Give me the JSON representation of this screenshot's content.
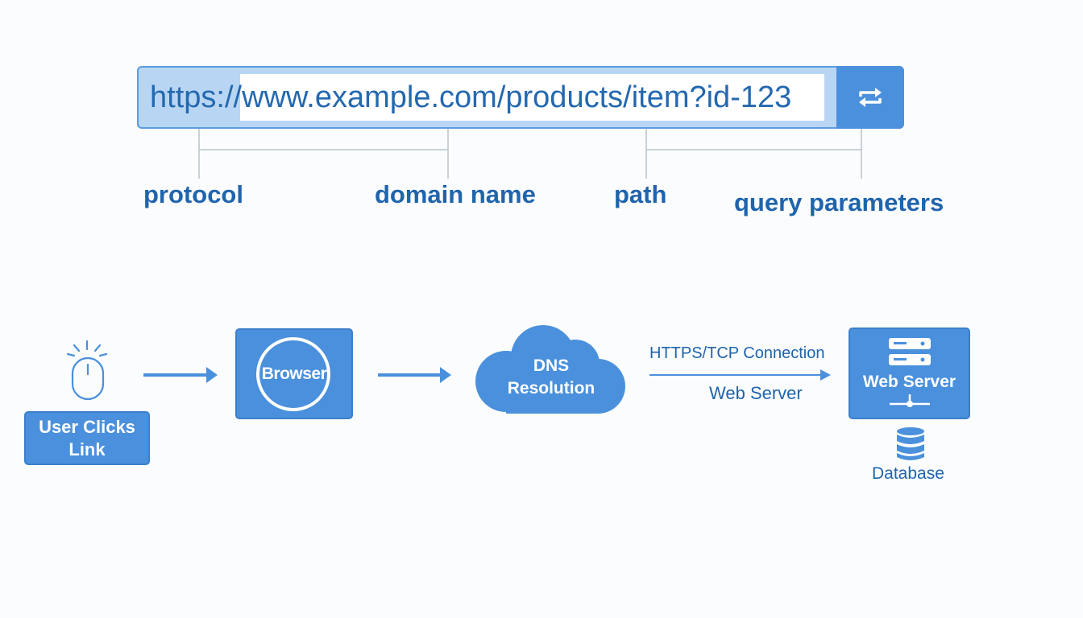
{
  "url_bar": {
    "protocol_text": "https://",
    "rest_text": "www.example.com/products/item?id-123",
    "refresh_icon": "refresh-icon"
  },
  "url_parts": {
    "protocol": "protocol",
    "domain": "domain name",
    "path": "path",
    "query": "query parameters"
  },
  "flow": {
    "user_clicks": "User Clicks Link",
    "browser": "Browser",
    "dns_line1": "DNS",
    "dns_line2": "Resolution",
    "connection_label": "HTTPS/TCP Connection",
    "connection_sublabel": "Web Server",
    "web_server": "Web Server",
    "database": "Database",
    "icons": [
      "mouse-icon",
      "cloud-icon",
      "server-icon",
      "database-icon"
    ]
  },
  "colors": {
    "accent": "#4a90dc",
    "text_blue": "#1f64ad",
    "line": "#b9c3cc"
  }
}
